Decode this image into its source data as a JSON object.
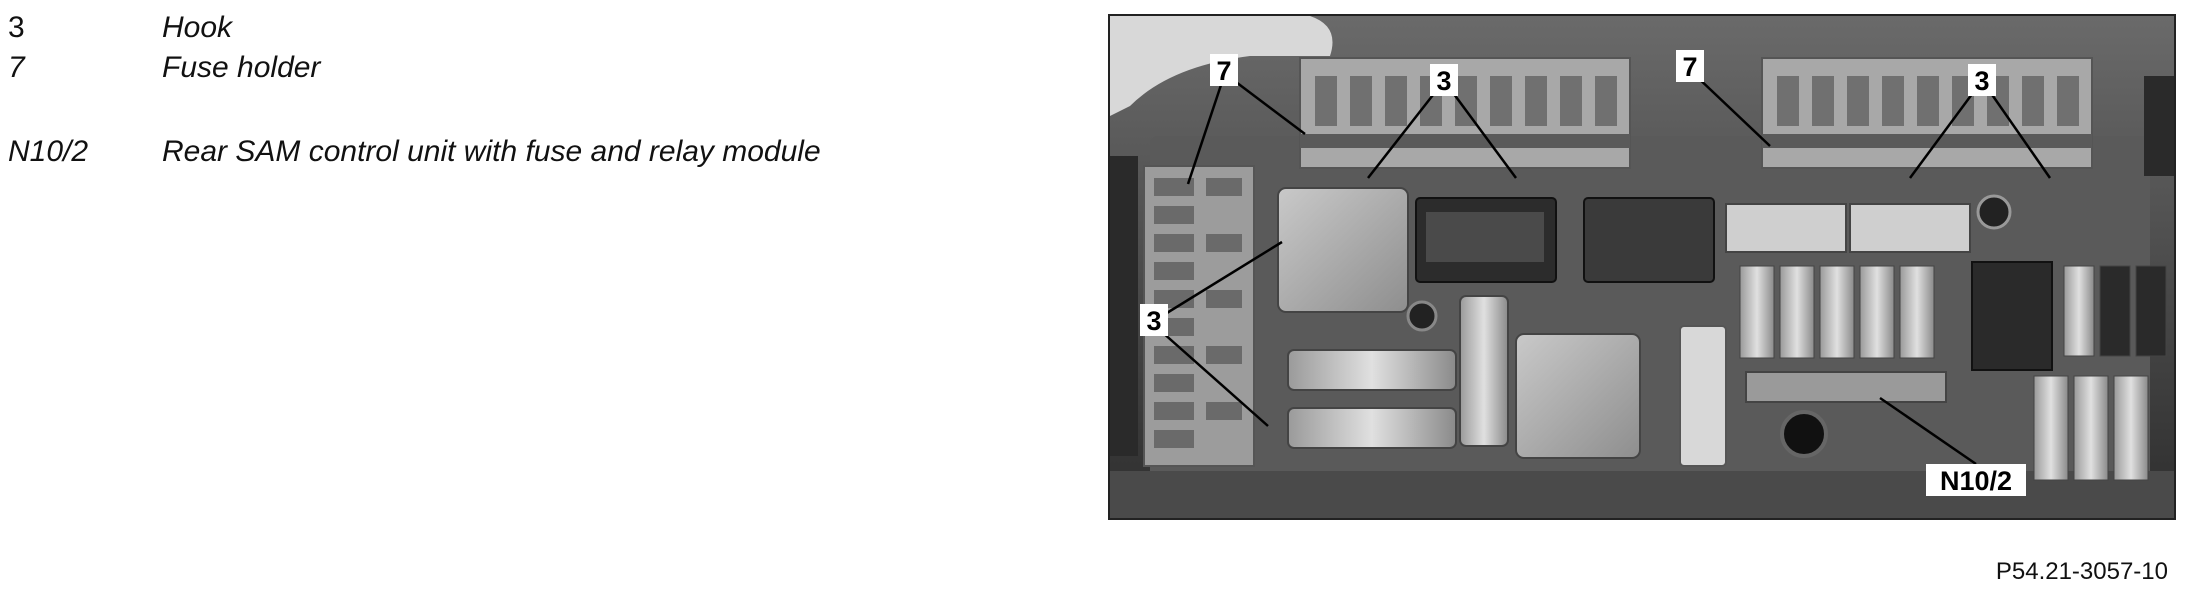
{
  "legend": [
    {
      "code": "3",
      "label": "Hook",
      "italic_code": false
    },
    {
      "code": "7",
      "label": "Fuse holder",
      "italic_code": true
    },
    {
      "code": "N10/2",
      "label": "Rear SAM control unit with fuse and relay module",
      "italic_code": true
    }
  ],
  "callouts": {
    "c7a": "7",
    "c3a": "3",
    "c7b": "7",
    "c3b": "3",
    "c3c": "3",
    "cn10": "N10/2"
  },
  "figure_id": "P54.21-3057-10"
}
